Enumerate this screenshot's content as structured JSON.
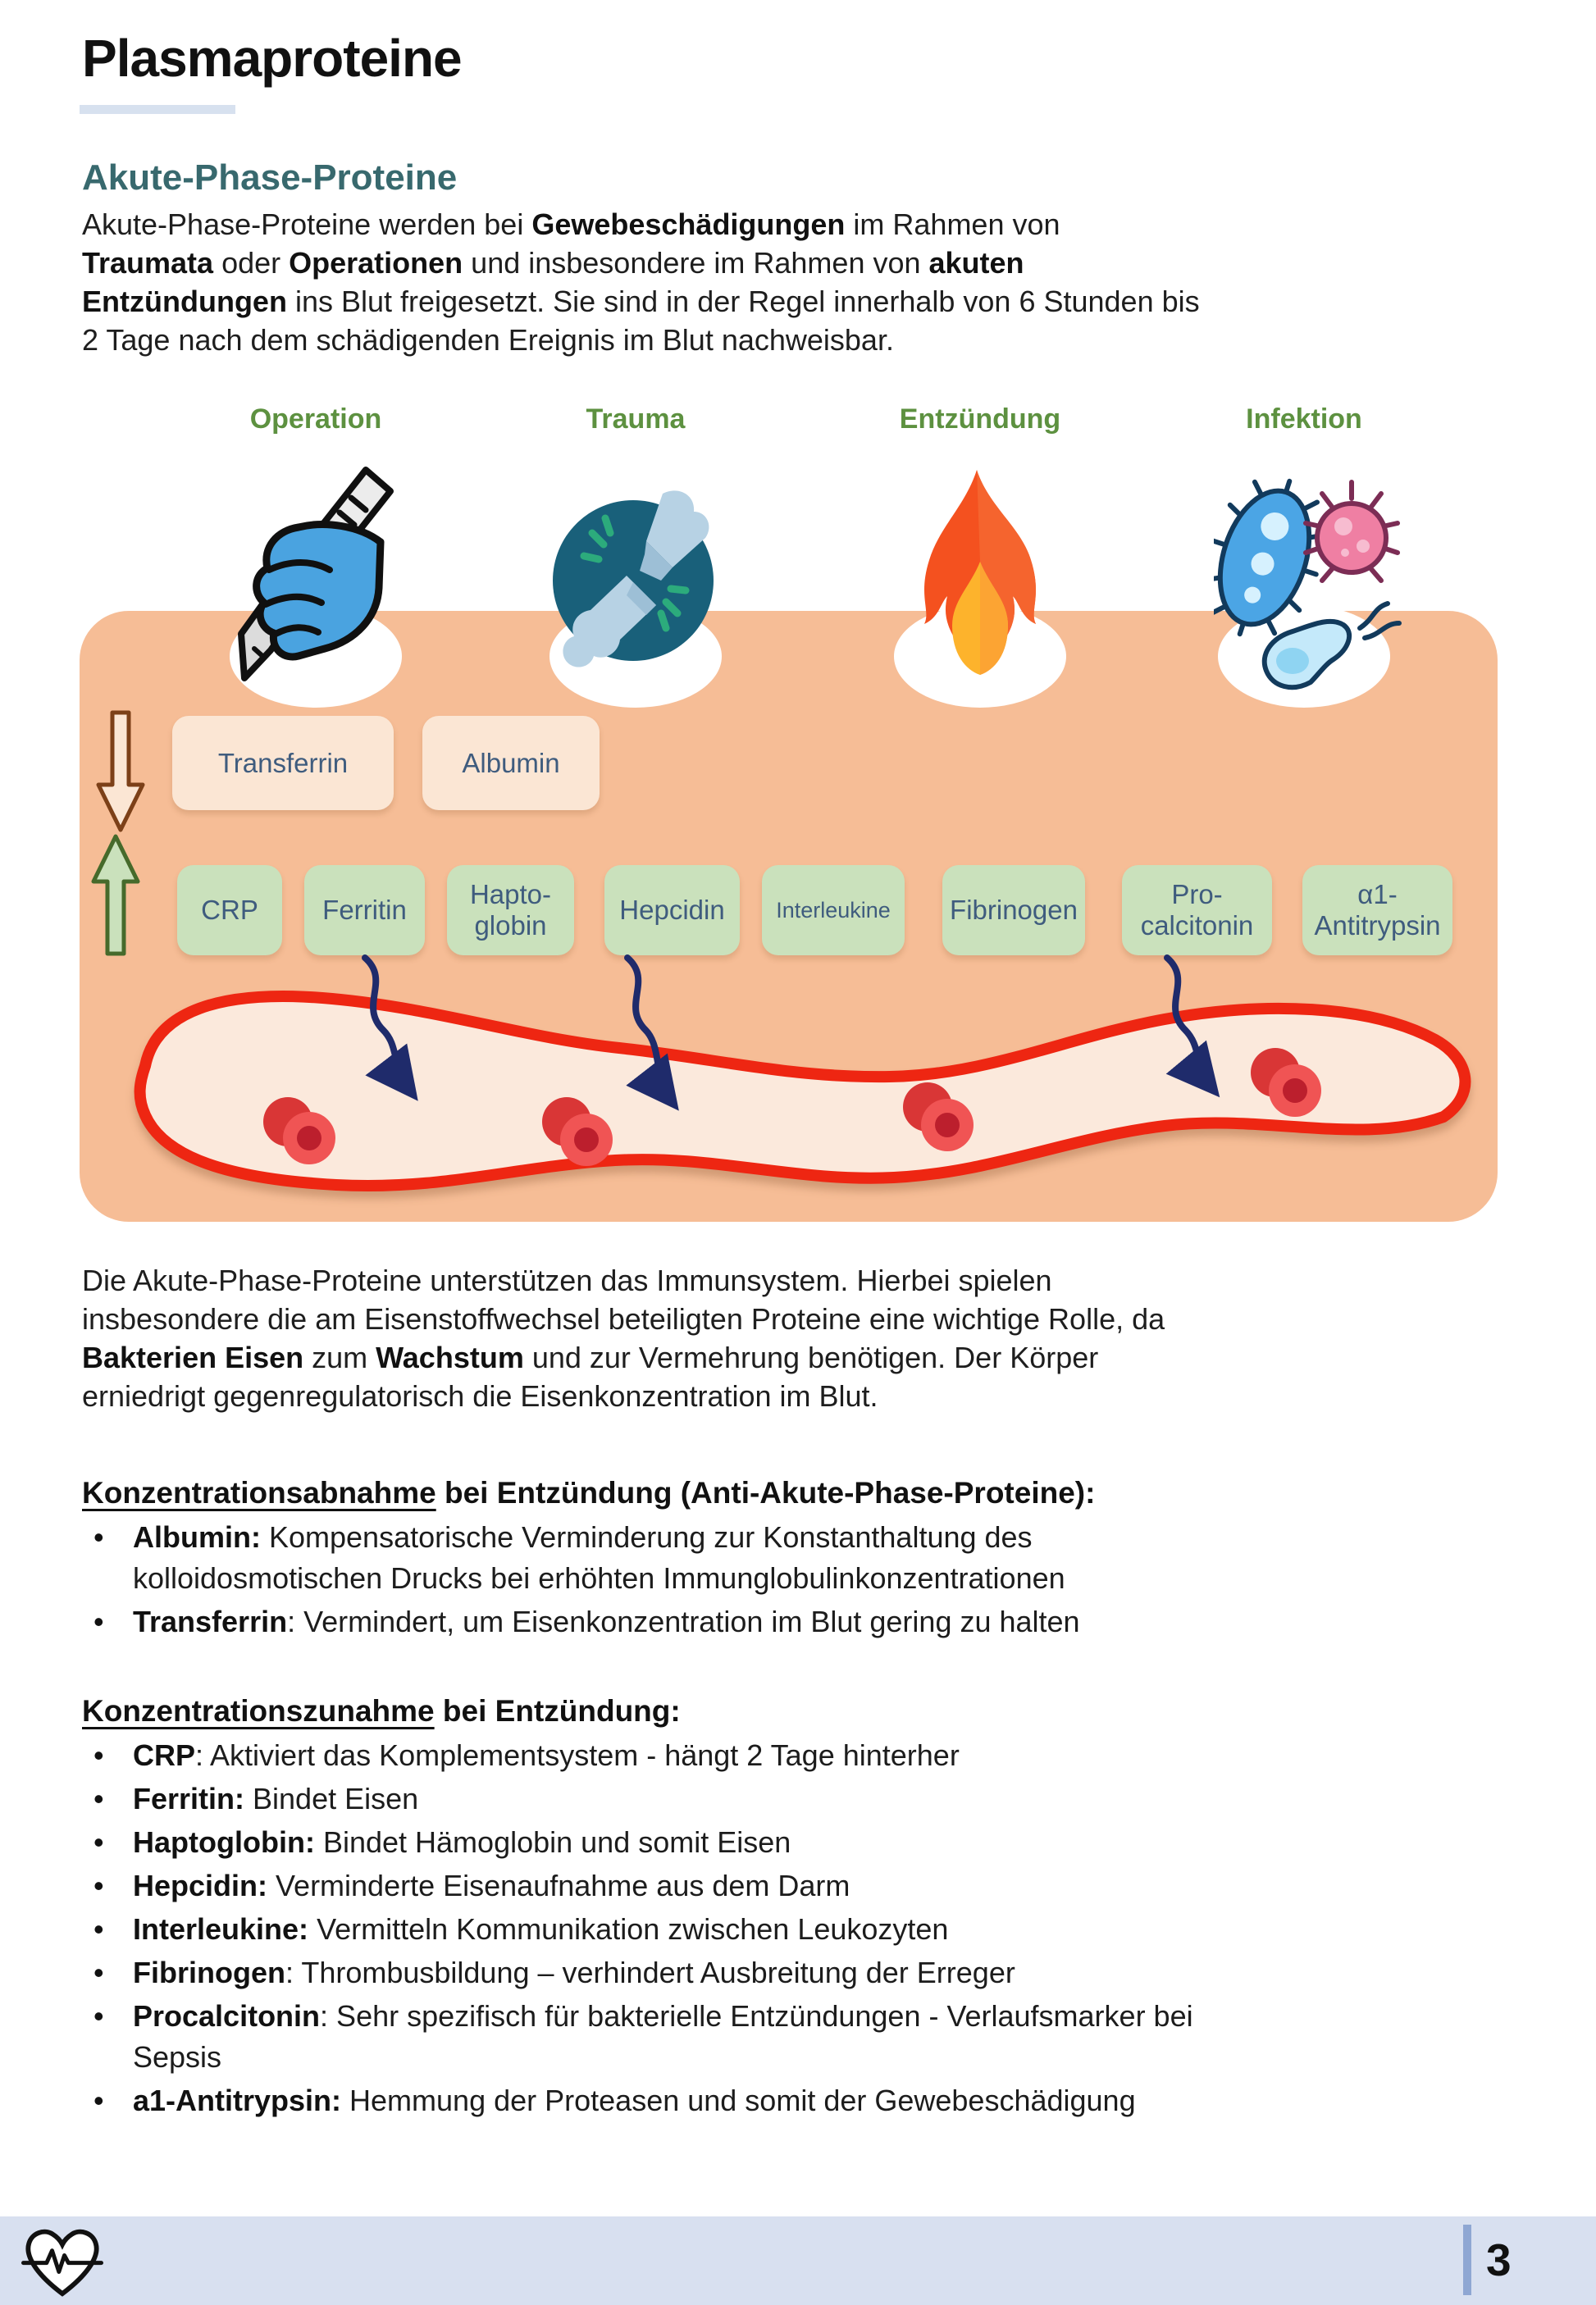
{
  "page": {
    "title": "Plasmaproteine",
    "section_heading": "Akute-Phase-Proteine"
  },
  "intro_paragraph": [
    {
      "t": "Akute-Phase-Proteine werden bei "
    },
    {
      "t": "Gewebeschädigungen",
      "b": 1
    },
    {
      "t": " im Rahmen von",
      "br": 1
    },
    {
      "t": "Traumata",
      "b": 1
    },
    {
      "t": " oder "
    },
    {
      "t": "Operationen",
      "b": 1
    },
    {
      "t": " und insbesondere im Rahmen von "
    },
    {
      "t": "akuten",
      "b": 1,
      "br": 1
    },
    {
      "t": "Entzündungen",
      "b": 1
    },
    {
      "t": " ins Blut freigesetzt. Sie sind in der Regel innerhalb von 6 Stunden bis",
      "br": 1
    },
    {
      "t": "2 Tage nach dem schädigenden Ereignis im Blut nachweisbar."
    }
  ],
  "diagram": {
    "triggers": [
      {
        "label": "Operation",
        "icon": "scalpel-hand-icon"
      },
      {
        "label": "Trauma",
        "icon": "broken-bone-icon"
      },
      {
        "label": "Entzündung",
        "icon": "flame-icon"
      },
      {
        "label": "Infektion",
        "icon": "microbes-icon"
      }
    ],
    "decrease_arrow_icon": "arrow-down-icon",
    "increase_arrow_icon": "arrow-up-icon",
    "decrease_row": [
      "Transferrin",
      "Albumin"
    ],
    "increase_row": [
      "CRP",
      "Ferritin",
      "Hapto-\nglobin",
      "Hepcidin",
      "Interleukine",
      "Fibrinogen",
      "Pro-\ncalcitonin",
      "α1-\nAntitrypsin"
    ],
    "vessel": "blood-vessel-with-erythrocytes"
  },
  "middle_paragraph": [
    {
      "t": "Die Akute-Phase-Proteine unterstützen das Immunsystem. Hierbei spielen",
      "br": 1
    },
    {
      "t": "insbesondere die am Eisenstoffwechsel beteiligten Proteine eine wichtige Rolle, da",
      "br": 1
    },
    {
      "t": "Bakterien Eisen",
      "b": 1
    },
    {
      "t": " zum "
    },
    {
      "t": "Wachstum",
      "b": 1
    },
    {
      "t": " und zur Vermehrung benötigen. Der Körper",
      "br": 1
    },
    {
      "t": "erniedrigt gegenregulatorisch die Eisenkonzentration im Blut."
    }
  ],
  "decrease_section": {
    "heading": [
      {
        "t": "Konzentrationsabnahme",
        "b": 1,
        "u": 1
      },
      {
        "t": " bei Entzündung (Anti-Akute-Phase-Proteine):",
        "b": 1
      }
    ],
    "items": [
      [
        {
          "t": "Albumin:",
          "b": 1
        },
        {
          "t": " Kompensatorische Verminderung zur Konstanthaltung des",
          "br": 1
        },
        {
          "t": "kolloidosmotischen Drucks bei erhöhten Immunglobulinkonzentrationen"
        }
      ],
      [
        {
          "t": "Transferrin",
          "b": 1
        },
        {
          "t": ": Vermindert, um Eisenkonzentration im Blut gering zu halten"
        }
      ]
    ]
  },
  "increase_section": {
    "heading": [
      {
        "t": "Konzentrationszunahme",
        "b": 1,
        "u": 1
      },
      {
        "t": " bei Entzündung:",
        "b": 1
      }
    ],
    "items": [
      [
        {
          "t": "CRP",
          "b": 1
        },
        {
          "t": ": Aktiviert das Komplementsystem - hängt 2 Tage hinterher"
        }
      ],
      [
        {
          "t": "Ferritin:",
          "b": 1
        },
        {
          "t": " Bindet Eisen"
        }
      ],
      [
        {
          "t": "Haptoglobin:",
          "b": 1
        },
        {
          "t": " Bindet Hämoglobin und somit Eisen"
        }
      ],
      [
        {
          "t": "Hepcidin:",
          "b": 1
        },
        {
          "t": " Verminderte Eisenaufnahme aus dem Darm"
        }
      ],
      [
        {
          "t": "Interleukine:",
          "b": 1
        },
        {
          "t": " Vermitteln Kommunikation zwischen Leukozyten"
        }
      ],
      [
        {
          "t": "Fibrinogen",
          "b": 1
        },
        {
          "t": ": Thrombusbildung – verhindert Ausbreitung der Erreger"
        }
      ],
      [
        {
          "t": "Procalcitonin",
          "b": 1
        },
        {
          "t": ": Sehr spezifisch für bakterielle Entzündungen - Verlaufsmarker bei",
          "br": 1
        },
        {
          "t": "Sepsis"
        }
      ],
      [
        {
          "t": "a1-Antitrypsin:",
          "b": 1
        },
        {
          "t": " Hemmung der Proteasen und somit der Gewebeschädigung"
        }
      ]
    ]
  },
  "footer": {
    "page_number": "3",
    "logo_icon": "heart-ecg-icon"
  },
  "colors": {
    "heading_teal": "#38696e",
    "label_green": "#5d9140",
    "skin": "#f6bd96",
    "cream_box": "#fbe6d4",
    "green_box": "#cae1bc",
    "box_text": "#3f5c7e",
    "vessel_red": "#ee2612",
    "vessel_fill": "#fbe9dc",
    "navy_arrow": "#1f2b6b",
    "title_underline": "#d7e1ef",
    "footer_band": "#d8e0f0",
    "footer_bar": "#8fa7d3"
  }
}
